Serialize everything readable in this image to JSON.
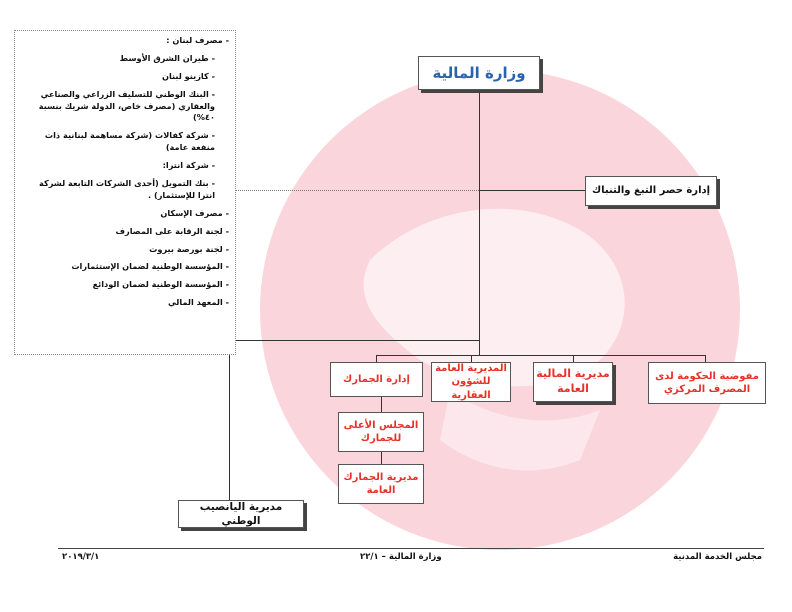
{
  "chart": {
    "root": "وزارة المالية",
    "side_box": "إدارة حصر التبغ والتنباك",
    "level2": [
      "مفوضية الحكومة لدى المصرف المركزي",
      "مديرية المالية العامة",
      "المديرية العامة للشؤون العقارية",
      "إدارة الجمارك"
    ],
    "customs_children": [
      "المجلس الأعلى للجمارك",
      "مديرية الجمارك العامة"
    ],
    "lottery": "مديرية اليانصيب الوطني"
  },
  "side_list": [
    "- مصرف لبنان :",
    "- طيران الشرق الأوسط",
    "- كازينو لبنان",
    "- البنك الوطني للتسليف الزراعي والصناعي والعقاري (مصرف خاص، الدولة شريك بنسبة ٤٠%)",
    "- شركة كفالات (شركة مساهمة لبنانية ذات منفعة عامة)",
    "- شركة انترا:",
    "- بنك التمويل (أحدى الشركات التابعة لشركة انترا للإستثمار) .",
    "- مصرف الإسكان",
    "- لجنة الرقابة على المصارف",
    "- لجنة بورصة بيروت",
    "- المؤسسة الوطنية لضمان الإستثمارات",
    "- المؤسسة الوطنية لضمان الودائع",
    "- المعهد المالي"
  ],
  "footer": {
    "right": "مجلس الخدمة المدنية",
    "center": "وزارة المالية – ٢٢/١",
    "left": "٢٠١٩/٣/١"
  },
  "colors": {
    "watermark": "#f4a7b4",
    "red_text": "#e8302a",
    "root_text": "#2a64b0"
  }
}
